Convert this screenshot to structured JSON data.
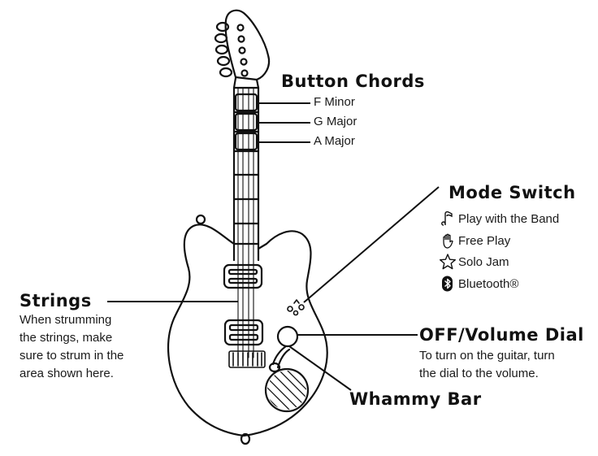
{
  "button_chords": {
    "heading": "Button Chords",
    "chords": [
      "F Minor",
      "G Major",
      "A Major"
    ]
  },
  "mode_switch": {
    "heading": "Mode Switch",
    "modes": [
      {
        "label": "Play with the Band",
        "icon": "music-note-icon"
      },
      {
        "label": "Free Play",
        "icon": "hand-icon"
      },
      {
        "label": "Solo Jam",
        "icon": "star-icon"
      },
      {
        "label": "Bluetooth®",
        "icon": "bluetooth-icon"
      }
    ]
  },
  "strings": {
    "heading": "Strings",
    "lines": [
      "When strumming",
      "the strings, make",
      "sure to strum in the",
      "area shown here."
    ]
  },
  "volume_dial": {
    "heading": "OFF/Volume Dial",
    "lines": [
      "To turn on the guitar, turn",
      "the dial to the volume."
    ]
  },
  "whammy_bar": {
    "heading": "Whammy Bar"
  },
  "colors": {
    "ink": "#111111",
    "background": "#ffffff"
  }
}
